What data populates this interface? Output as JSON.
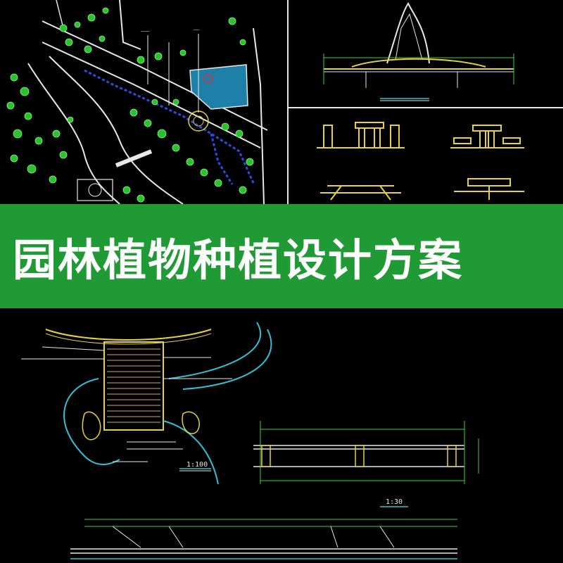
{
  "banner": {
    "title": "园林植物种植设计方案"
  },
  "drawings": {
    "site_plan": {
      "label_1": "1:100"
    },
    "bridge_section": {
      "scale": "1:30"
    }
  },
  "colors": {
    "banner_green": "#1f9a35",
    "cad_yellow": "#e8d23a",
    "cad_green": "#39d639",
    "cad_blue": "#2a4de0",
    "cad_cyan": "#2fc2d6",
    "cad_white": "#e8e8e8"
  }
}
